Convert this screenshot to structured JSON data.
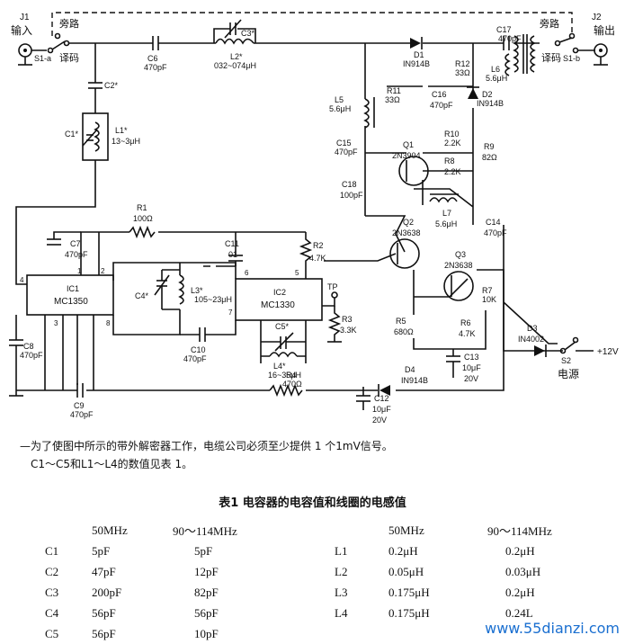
{
  "schematic": {
    "j1": "J1",
    "input": "输入",
    "s1a": "S1-a",
    "decode_left": "译码",
    "bypass_left": "旁路",
    "bypass_right": "旁路",
    "j2": "J2",
    "output": "输出",
    "s1b": "S1-b",
    "decode_right": "译码",
    "c6": "C6",
    "c6v": "470pF",
    "c3": "C3*",
    "l2": "L2*",
    "l2v": "032~074μH",
    "d1": "D1",
    "d1v": "IN914B",
    "c17": "C17",
    "c17v": "470pF",
    "r12": "R12",
    "r12v": "33Ω",
    "l6": "L6",
    "l6v": "5.6μH",
    "c2": "C2*",
    "c1": "C1*",
    "l1": "L1*",
    "l1v": "13~3μH",
    "l5": "L5",
    "l5v": "5.6μH",
    "r11": "R11",
    "r11v": "33Ω",
    "c16": "C16",
    "c16v": "470pF",
    "d2": "D2",
    "d2v": "IN914B",
    "r10": "R10",
    "r10v": "2.2K",
    "c15": "C15",
    "c15v": "470pF",
    "q1": "Q1",
    "q1v": "2N3904",
    "r8": "R8",
    "r8v": "2.2K",
    "r9": "R9",
    "r9v": "82Ω",
    "c18": "C18",
    "c18v": "100pF",
    "l7": "L7",
    "l7v": "5.6μH",
    "c14": "C14",
    "c14v": "470pF",
    "q2": "Q2",
    "q2v": "2N3638",
    "q3": "Q3",
    "q3v": "2N3638",
    "r1": "R1",
    "r1v": "100Ω",
    "c7": "C7",
    "c7v": "470pF",
    "c11": "C11",
    "c11v": "01",
    "r2": "R2",
    "r2v": "4.7K",
    "ic1": "IC1",
    "ic1v": "MC1350",
    "ic2": "IC2",
    "ic2v": "MC1330",
    "c4": "C4*",
    "l3": "L3*",
    "l3v": "105~23μH",
    "tp": "TP",
    "r3": "R3",
    "r3v": "3.3K",
    "r7": "R7",
    "r7v": "10K",
    "c5": "C5*",
    "l4": "L4*",
    "l4v": "16~35μH",
    "c10": "C10",
    "c10v": "470pF",
    "r5": "R5",
    "r5v": "680Ω",
    "r6": "R6",
    "r6v": "4.7K",
    "d3": "D3",
    "d3v": "IN4002",
    "s2": "S2",
    "power": "电源",
    "plus12": "+12V",
    "c8": "C8",
    "c8v": "470pF",
    "r4": "R4",
    "r4v": "470Ω",
    "d4": "D4",
    "d4v": "IN914B",
    "c13": "C13",
    "c13v1": "10μF",
    "c13v2": "20V",
    "c9": "C9",
    "c9v": "470pF",
    "c12": "C12",
    "c12v1": "10μF",
    "c12v2": "20V",
    "p1": "1",
    "p2": "2",
    "p3": "3",
    "p4": "4",
    "p5": "5",
    "p6": "6",
    "p7": "7",
    "p8": "8"
  },
  "caption": {
    "line1": "—为了使图中所示的带外解密器工作，电缆公司必须至少提供 1 个1mV信号。",
    "line2": "C1～C5和L1～L4的数值见表 1。"
  },
  "table": {
    "title": "表1   电容器的电容值和线圈的电感值",
    "head": [
      "",
      "50MHz",
      "90～114MHz",
      "",
      "50MHz",
      "90～114MHz"
    ],
    "rows": [
      [
        "C1",
        "5pF",
        "5pF",
        "L1",
        "0.2μH",
        "0.2μH"
      ],
      [
        "C2",
        "47pF",
        "12pF",
        "L2",
        "0.05μH",
        "0.03μH"
      ],
      [
        "C3",
        "200pF",
        "82pF",
        "L3",
        "0.175μH",
        "0.2μH"
      ],
      [
        "C4",
        "56pF",
        "56pF",
        "L4",
        "0.175μH",
        "0.24L"
      ],
      [
        "C5",
        "56pF",
        "10pF",
        "",
        "",
        ""
      ]
    ]
  },
  "watermark": "www.55dianzi.com"
}
